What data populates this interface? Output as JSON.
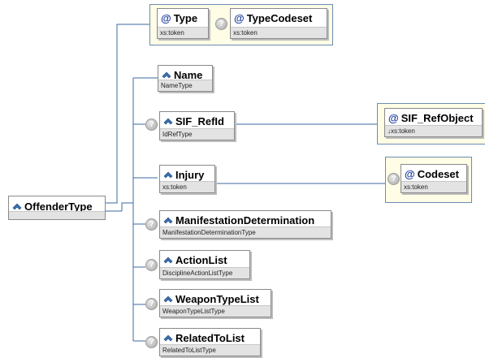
{
  "root": {
    "name": "OffenderType"
  },
  "attributes": [
    {
      "name": "Type",
      "type": "xs:token"
    },
    {
      "name": "TypeCodeset",
      "type": "xs:token"
    }
  ],
  "children": [
    {
      "name": "Name",
      "type": "NameType"
    },
    {
      "name": "SIF_RefId",
      "type": "IdRefType"
    },
    {
      "name": "Injury",
      "type": "xs:token"
    },
    {
      "name": "ManifestationDetermination",
      "type": "ManifestationDeterminationType"
    },
    {
      "name": "ActionList",
      "type": "DisciplineActionListType"
    },
    {
      "name": "WeaponTypeList",
      "type": "WeaponTypeListType"
    },
    {
      "name": "RelatedToList",
      "type": "RelatedToListType"
    }
  ],
  "sub_attributes": {
    "sif_refobject": {
      "name": "SIF_RefObject",
      "type": "↓xs:token"
    },
    "codeset": {
      "name": "Codeset",
      "type": "xs:token"
    }
  },
  "colors": {
    "connector": "#3b6aa0",
    "attr_group_bg": "#fffde6",
    "type_bar": "#e3e3e3",
    "attr_icon": "#1a3c9c"
  },
  "icons": {
    "element": "element-diamond-icon",
    "attribute": "at-icon",
    "optional": "question-icon"
  }
}
